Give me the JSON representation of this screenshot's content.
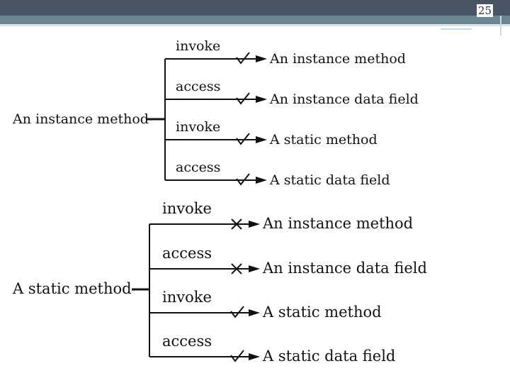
{
  "page": {
    "number": "25"
  },
  "diagram": {
    "groups": [
      {
        "source": "An instance method",
        "branches": [
          {
            "action": "invoke",
            "target": "An instance method",
            "allowed": true
          },
          {
            "action": "access",
            "target": "An instance data field",
            "allowed": true
          },
          {
            "action": "invoke",
            "target": "A static method",
            "allowed": true
          },
          {
            "action": "access",
            "target": "A static data field",
            "allowed": true
          }
        ]
      },
      {
        "source": "A static method",
        "branches": [
          {
            "action": "invoke",
            "target": "An instance method",
            "allowed": false
          },
          {
            "action": "access",
            "target": "An instance data field",
            "allowed": false
          },
          {
            "action": "invoke",
            "target": "A static method",
            "allowed": true
          },
          {
            "action": "access",
            "target": "A static data field",
            "allowed": true
          }
        ]
      }
    ]
  },
  "colors": {
    "line": "#111111",
    "header": "#4a5563",
    "header_accent": "#6b8591"
  }
}
